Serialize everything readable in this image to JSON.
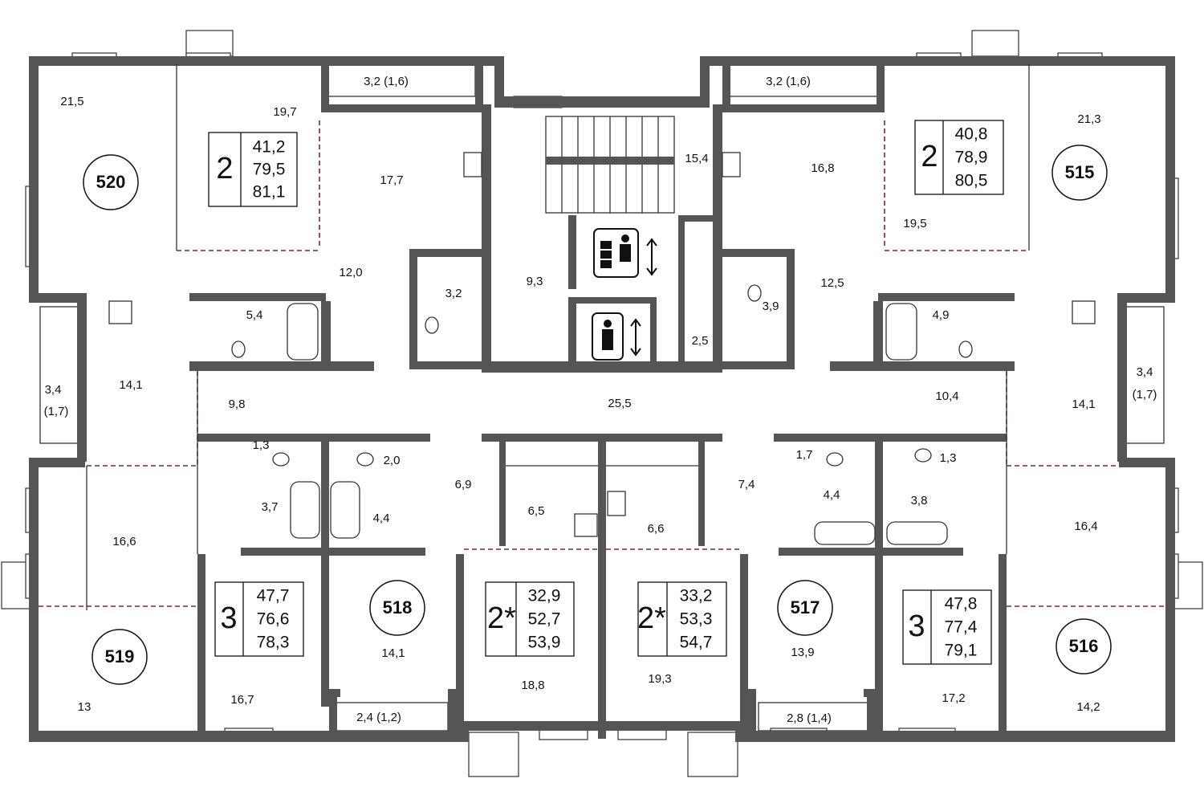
{
  "apartments": [
    {
      "number": "520",
      "rooms": "2",
      "living_area": "41,2",
      "total_area": "79,5",
      "total_with_balcony": "81,1"
    },
    {
      "number": "515",
      "rooms": "2",
      "living_area": "40,8",
      "total_area": "78,9",
      "total_with_balcony": "80,5"
    },
    {
      "number": "519",
      "rooms": "3",
      "living_area": "47,7",
      "total_area": "76,6",
      "total_with_balcony": "78,3"
    },
    {
      "number": "518",
      "rooms": "2*",
      "living_area": "32,9",
      "total_area": "52,7",
      "total_with_balcony": "53,9"
    },
    {
      "number": "517",
      "rooms": "2*",
      "living_area": "33,2",
      "total_area": "53,3",
      "total_with_balcony": "54,7"
    },
    {
      "number": "516",
      "rooms": "3",
      "living_area": "47,8",
      "total_area": "77,4",
      "total_with_balcony": "79,1"
    }
  ],
  "room_areas": [
    "21,5",
    "19,7",
    "17,7",
    "12,0",
    "3,2",
    "5,4",
    "14,1",
    "9,8",
    "1,3",
    "2,0",
    "3,7",
    "4,4",
    "6,9",
    "16,6",
    "13",
    "16,7",
    "14,1",
    "2,4 (1,2)",
    "6,5",
    "18,8",
    "6,6",
    "19,3",
    "7,4",
    "1,7",
    "4,4",
    "1,3",
    "3,8",
    "13,9",
    "2,8 (1,4)",
    "17,2",
    "16,4",
    "14,2",
    "14,1",
    "10,4",
    "3,4",
    "(1,7)",
    "12,5",
    "3,9",
    "4,9",
    "16,8",
    "19,5",
    "21,3",
    "3,2 (1,6)",
    "3,2 (1,6)",
    "15,4",
    "9,3",
    "2,5",
    "25,5",
    "3,4",
    "(1,7)"
  ],
  "icons": [
    "freight-elevator-icon",
    "passenger-elevator-icon",
    "stair-icon",
    "bathtub-icon",
    "toilet-icon",
    "sink-icon",
    "stove-icon",
    "kitchen-sink-icon"
  ]
}
